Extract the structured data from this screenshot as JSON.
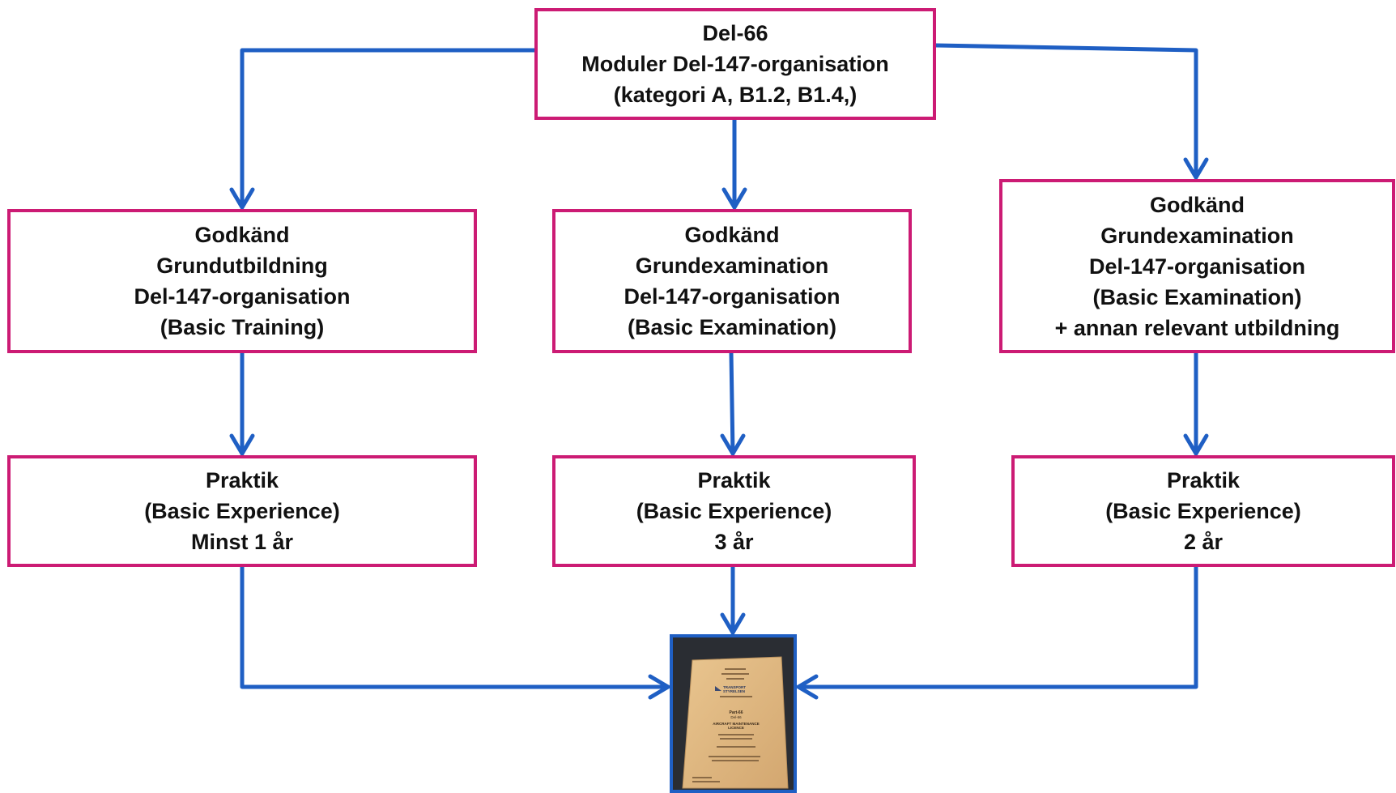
{
  "diagram": {
    "colors": {
      "box_border": "#cc1b74",
      "connector": "#1f5fc4",
      "text": "#111111"
    },
    "nodes": {
      "top": {
        "lines": [
          "Del-66",
          "Moduler Del-147-organisation",
          "(kategori A, B1.2, B1.4,)"
        ]
      },
      "left_training": {
        "lines": [
          "Godkänd",
          "Grundutbildning",
          "Del-147-organisation",
          "(Basic Training)"
        ]
      },
      "mid_examination": {
        "lines": [
          "Godkänd",
          "Grundexamination",
          "Del-147-organisation",
          "(Basic Examination)"
        ]
      },
      "right_examination": {
        "lines": [
          "Godkänd",
          "Grundexamination",
          "Del-147-organisation",
          "(Basic Examination)",
          "+ annan relevant utbildning"
        ]
      },
      "left_experience": {
        "lines": [
          "Praktik",
          "(Basic Experience)",
          "Minst 1 år"
        ]
      },
      "mid_experience": {
        "lines": [
          "Praktik",
          "(Basic Experience)",
          "3 år"
        ]
      },
      "right_experience": {
        "lines": [
          "Praktik",
          "(Basic Experience)",
          "2 år"
        ]
      }
    },
    "edges": [
      {
        "from": "top",
        "to": "left_training"
      },
      {
        "from": "top",
        "to": "mid_examination"
      },
      {
        "from": "top",
        "to": "right_examination"
      },
      {
        "from": "left_training",
        "to": "left_experience"
      },
      {
        "from": "mid_examination",
        "to": "mid_experience"
      },
      {
        "from": "right_examination",
        "to": "right_experience"
      },
      {
        "from": "left_experience",
        "to": "licence"
      },
      {
        "from": "mid_experience",
        "to": "licence"
      },
      {
        "from": "right_experience",
        "to": "licence"
      }
    ],
    "licence_image": {
      "icon": "aircraft-maintenance-licence-photo",
      "agency": [
        "TRANSPORT",
        "STYRELSEN"
      ],
      "part": "Part-66",
      "del": "Del-66",
      "title": [
        "AIRCRAFT MAINTENANCE",
        "LICENCE"
      ]
    }
  }
}
